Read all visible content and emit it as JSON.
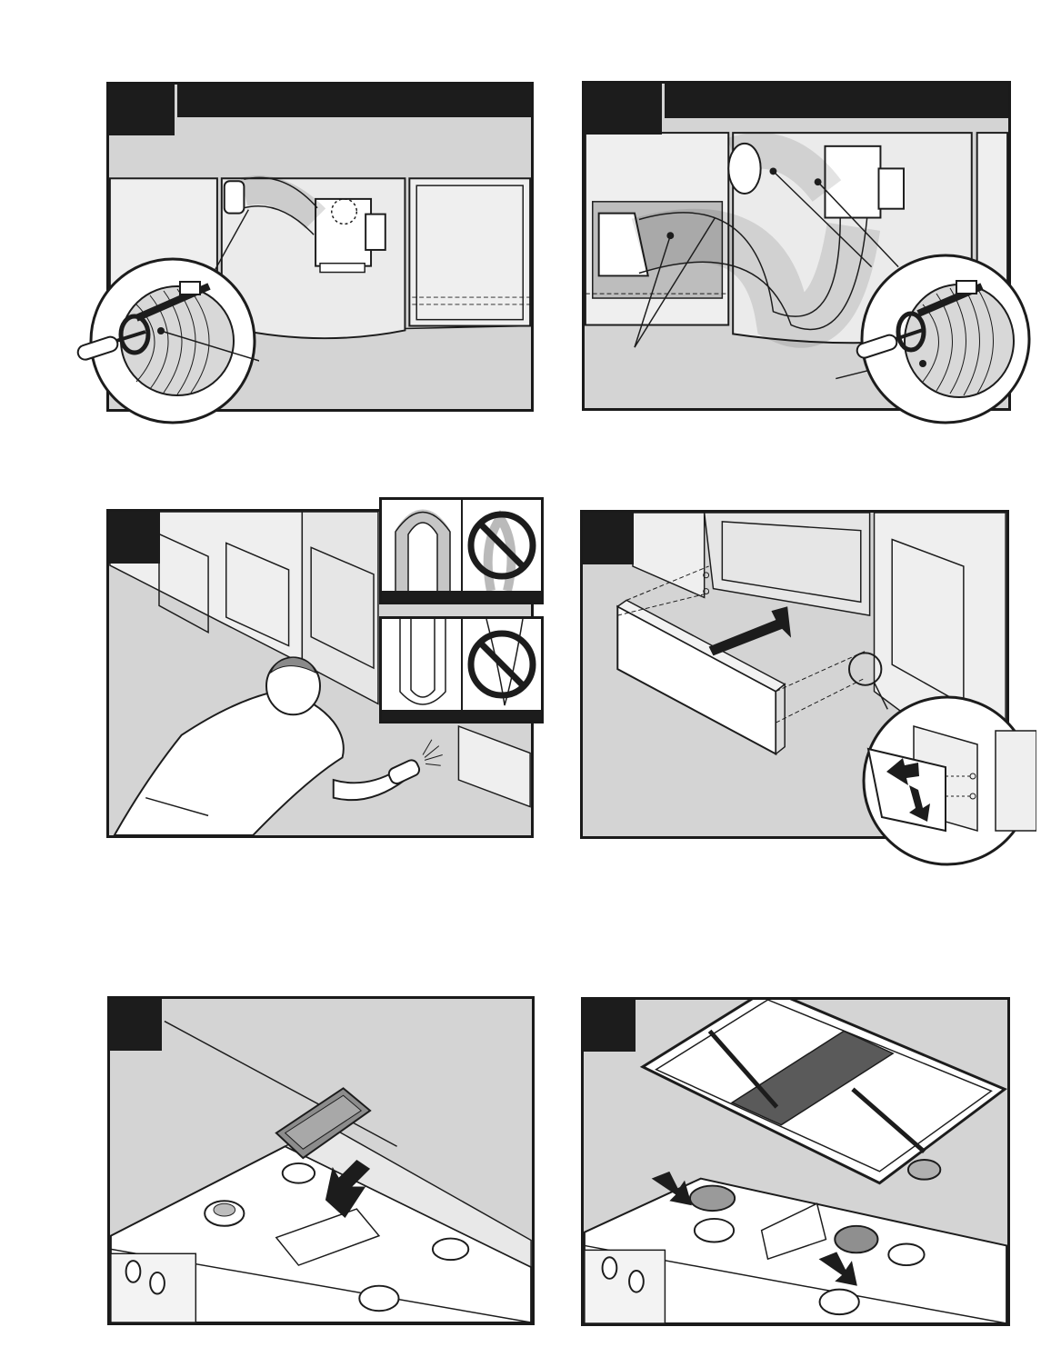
{
  "colors": {
    "panel_background": "#d4d4d4",
    "ink": "#1c1c1c",
    "paper": "#ffffff",
    "cabinet": "#efefef",
    "mid_gray": "#b5b5b5"
  },
  "panels": [
    {
      "id": "duct-clamp-short",
      "icons": [
        "blower-unit-icon",
        "flex-duct-icon",
        "hose-clamp-icon",
        "screwdriver-icon"
      ]
    },
    {
      "id": "duct-clamp-long",
      "icons": [
        "blower-unit-icon",
        "flex-duct-icon",
        "hose-clamp-icon",
        "screwdriver-icon"
      ]
    },
    {
      "id": "leak-check",
      "icons": [
        "technician-icon",
        "flashlight-icon",
        "correct-duct-icon",
        "prohibited-kink-icon"
      ]
    },
    {
      "id": "toe-kick-install",
      "icons": [
        "toe-kick-panel-icon",
        "arrow-icon",
        "mounting-hole-icon"
      ]
    },
    {
      "id": "filter-install",
      "icons": [
        "grease-filter-icon",
        "down-arrow-icon",
        "burner-icon"
      ]
    },
    {
      "id": "grate-install",
      "icons": [
        "cooktop-grate-icon",
        "burner-cap-icon",
        "down-arrow-icon"
      ]
    }
  ]
}
